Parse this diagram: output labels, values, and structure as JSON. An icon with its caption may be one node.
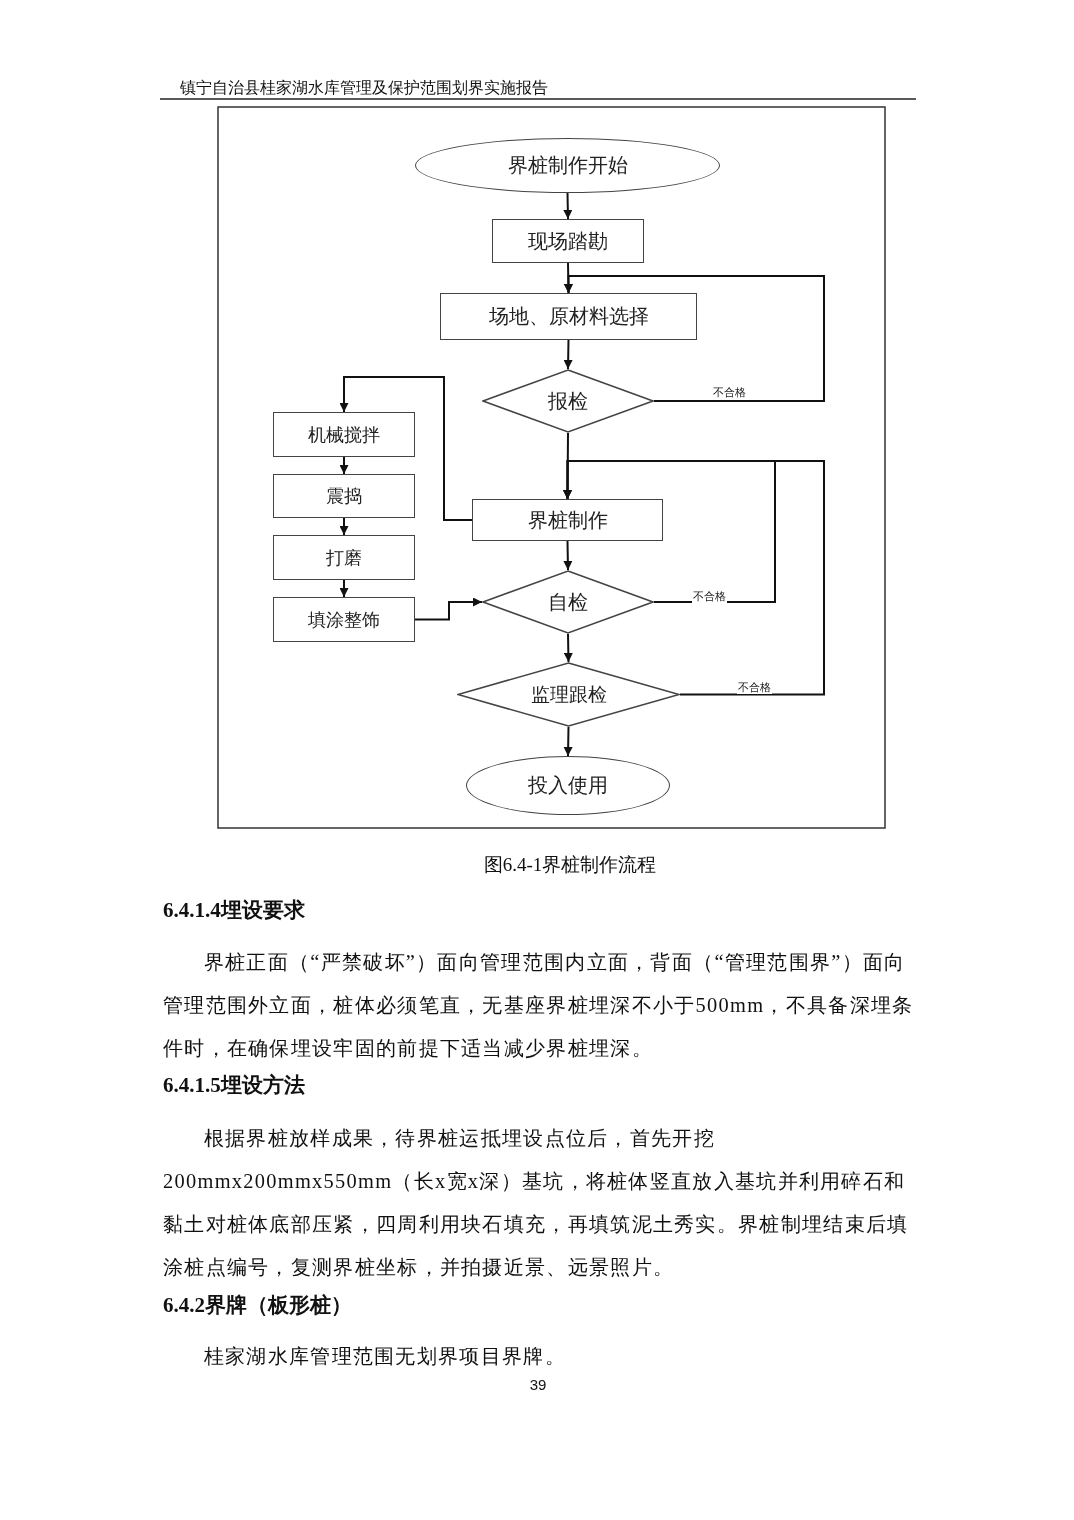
{
  "diagram": {
    "title": "镇宁自治县桂家湖水库管理及保护范围划界实施报告",
    "caption": "图6.4-1界桩制作流程",
    "nodes": [
      {
        "text": [
          "界桩制作开始"
        ]
      },
      {
        "text": [
          "现场踏勘"
        ]
      },
      {
        "text": [
          "场地、原材料选择"
        ]
      },
      {
        "text": [
          "报检"
        ]
      },
      {
        "text": [
          "机械搅拌"
        ]
      },
      {
        "text": [
          "震捣"
        ]
      },
      {
        "text": [
          "打磨"
        ]
      },
      {
        "text": [
          "填涂整饰"
        ]
      },
      {
        "text": [
          "界桩制作"
        ]
      },
      {
        "text": [
          "自检"
        ]
      },
      {
        "text": [
          "监理跟检"
        ]
      },
      {
        "text": [
          "投入使用"
        ]
      }
    ],
    "edges": [
      {
        "from": 0,
        "to": 1,
        "arrow": "to"
      },
      {
        "from": 1,
        "to": 2,
        "arrow": "to"
      },
      {
        "from": 2,
        "to": 3,
        "arrow": "to"
      },
      {
        "from": 3,
        "to": 2,
        "arrow": "to",
        "label": "不合格"
      },
      {
        "from": 3,
        "to": 8,
        "arrow": "to"
      },
      {
        "from": 8,
        "to": 4,
        "arrow": "to"
      },
      {
        "from": 4,
        "to": 5,
        "arrow": "to"
      },
      {
        "from": 5,
        "to": 6,
        "arrow": "to"
      },
      {
        "from": 6,
        "to": 7,
        "arrow": "to"
      },
      {
        "from": 7,
        "to": 9,
        "arrow": "to"
      },
      {
        "from": 8,
        "to": 9,
        "arrow": "to"
      },
      {
        "from": 9,
        "to": 8,
        "arrow": "to",
        "label": "不合格"
      },
      {
        "from": 9,
        "to": 10,
        "arrow": "to"
      },
      {
        "from": 10,
        "to": 8,
        "arrow": "to",
        "label": "不合格"
      },
      {
        "from": 10,
        "to": 11,
        "arrow": "to"
      }
    ],
    "labels": [
      "6.4.1.4埋设要求",
      "界桩正面（“严禁破坏”）面向管理范围内立面，背面（“管理范围界”）面向管理范围外立面，桩体必须笔直，无基座界桩埋深不小于500mm，不具备深埋条件时，在确保埋设牢固的前提下适当减少界桩埋深。",
      "6.4.1.5埋设方法",
      "根据界桩放样成果，待界桩运抵埋设点位后，首先开挖200mmx200mmx550mm（长x宽x深）基坑，将桩体竖直放入基坑并利用碎石和黏土对桩体底部压紧，四周利用块石填充，再填筑泥土秀实。界桩制埋结束后填涂桩点编号，复测界桩坐标，并拍摄近景、远景照片。",
      "6.4.2界牌（板形桩）",
      "桂家湖水库管理范围无划界项目界牌。",
      "39"
    ]
  }
}
